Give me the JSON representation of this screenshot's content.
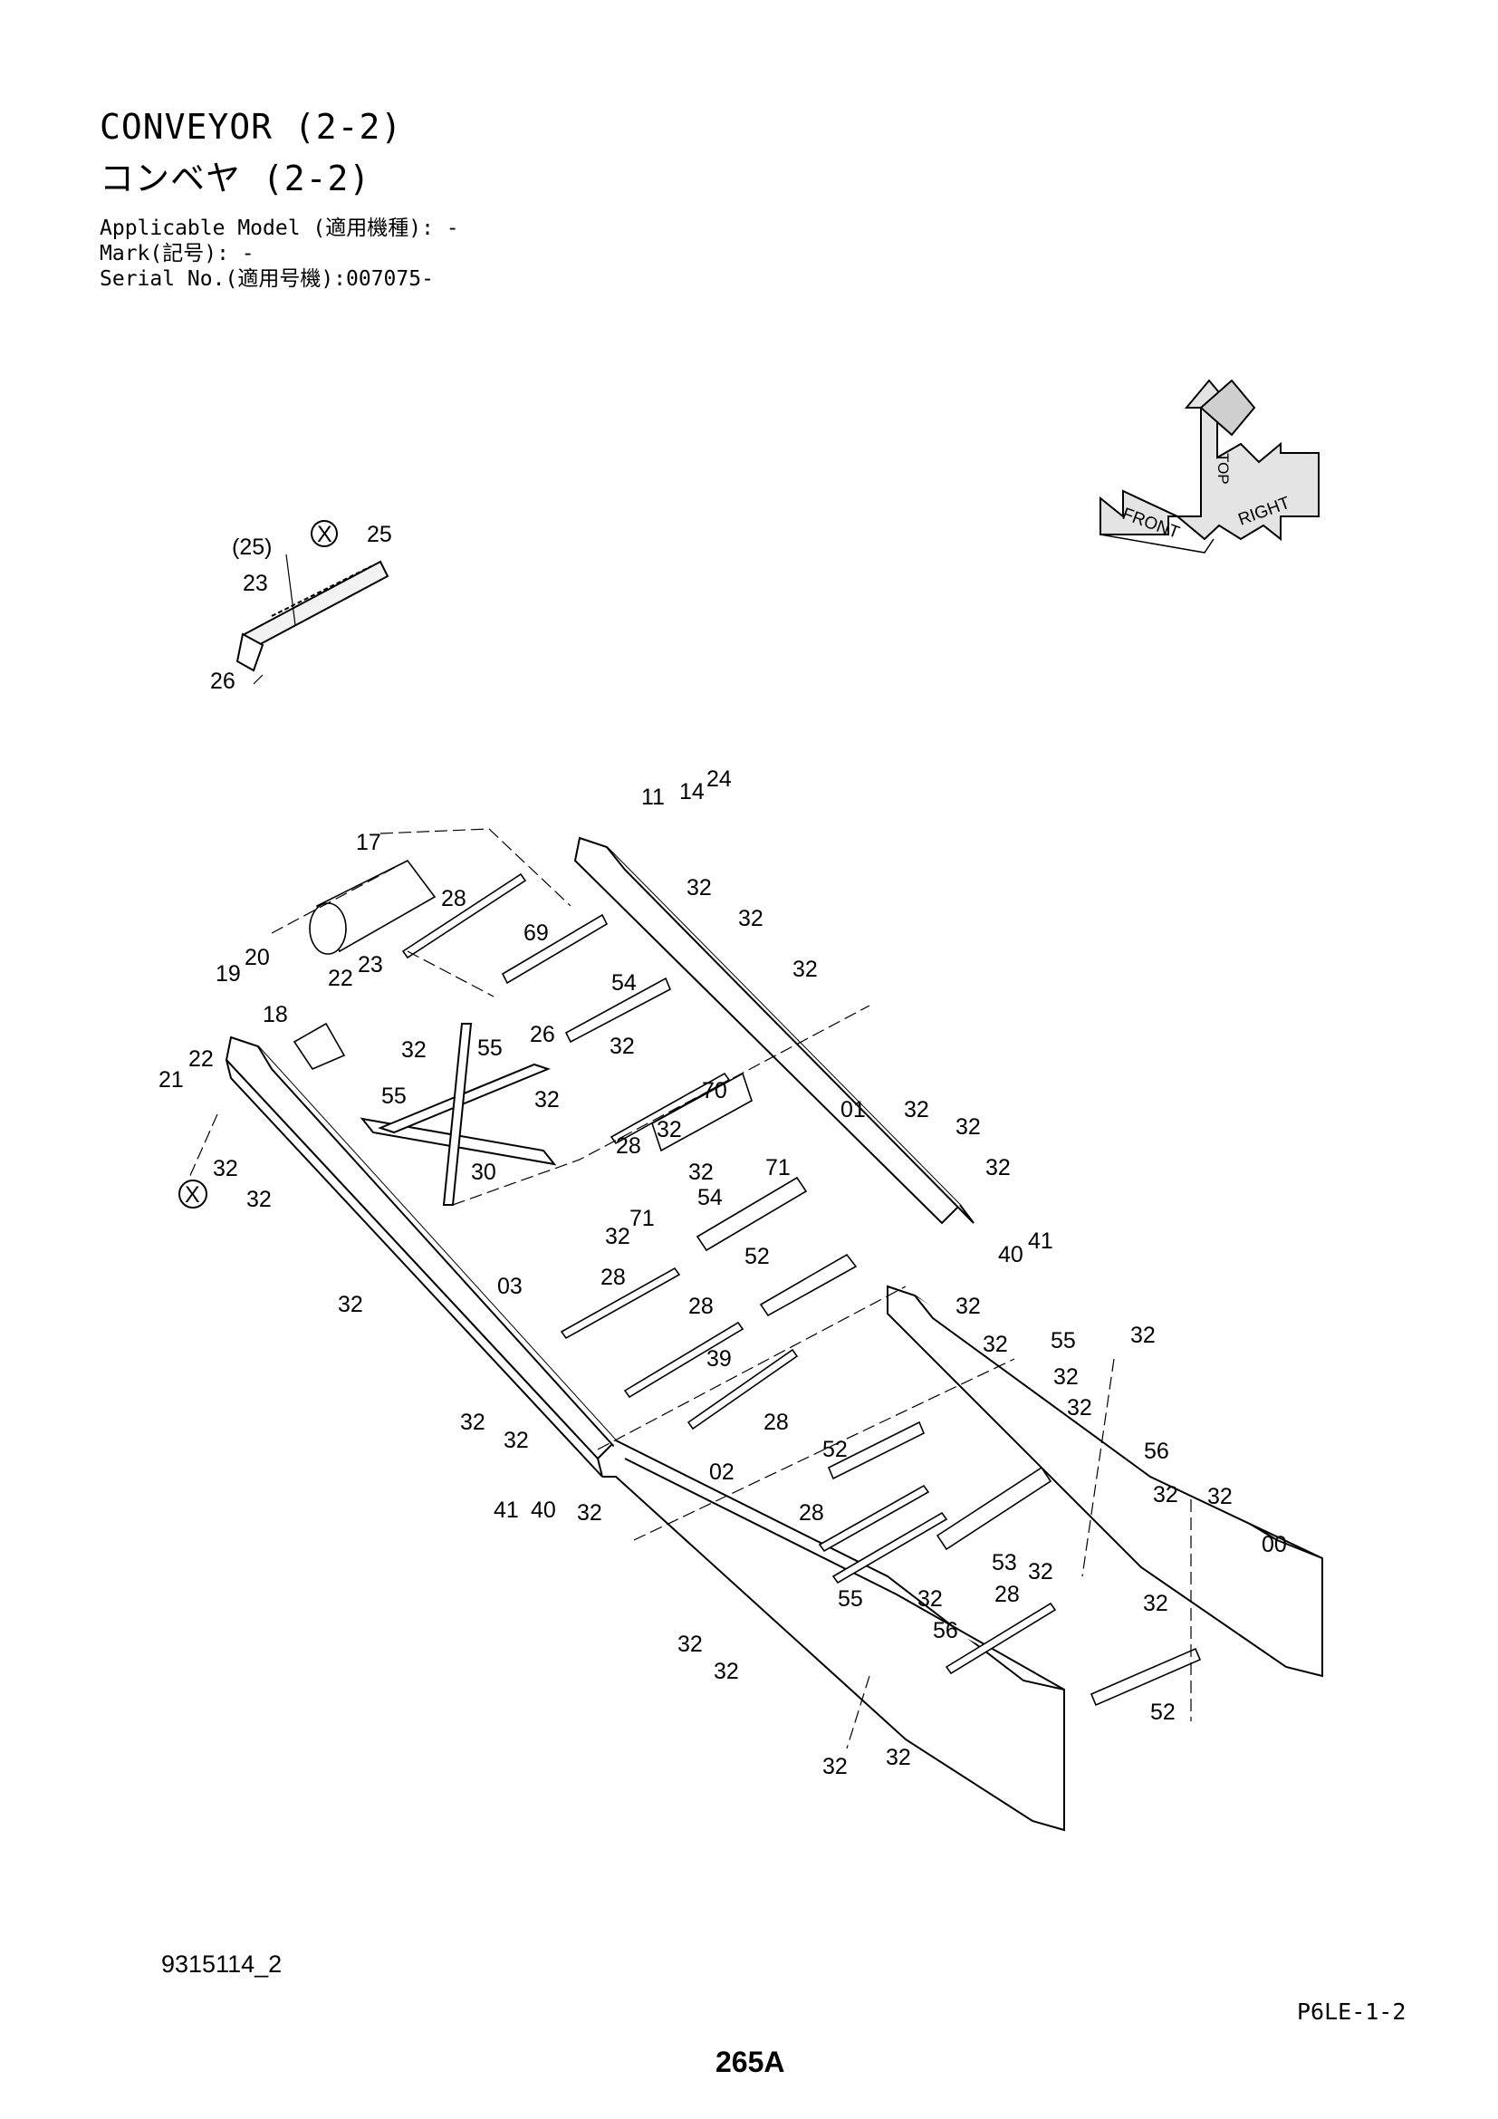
{
  "header": {
    "title_en": "CONVEYOR (2-2)",
    "title_ja": "コンベヤ (2-2)",
    "applicable_model": "Applicable Model (適用機種): -",
    "mark": "Mark(記号): -",
    "serial": "Serial No.(適用号機):007075-"
  },
  "direction_indicator": {
    "top": "TOP",
    "front": "FRONT",
    "right": "RIGHT"
  },
  "footer": {
    "drawing_code": "9315114_2",
    "version": "P6LE-1-2",
    "page": "265A"
  },
  "detail_marker": "X",
  "callouts": [
    {
      "id": "c-25p",
      "text": "(25)"
    },
    {
      "id": "c-25",
      "text": "25"
    },
    {
      "id": "c-23a",
      "text": "23"
    },
    {
      "id": "c-26a",
      "text": "26"
    },
    {
      "id": "c-11",
      "text": "11"
    },
    {
      "id": "c-14",
      "text": "14"
    },
    {
      "id": "c-24",
      "text": "24"
    },
    {
      "id": "c-17",
      "text": "17"
    },
    {
      "id": "c-28a",
      "text": "28"
    },
    {
      "id": "c-69",
      "text": "69"
    },
    {
      "id": "c-20",
      "text": "20"
    },
    {
      "id": "c-19",
      "text": "19"
    },
    {
      "id": "c-22a",
      "text": "22"
    },
    {
      "id": "c-23b",
      "text": "23"
    },
    {
      "id": "c-54a",
      "text": "54"
    },
    {
      "id": "c-18",
      "text": "18"
    },
    {
      "id": "c-26b",
      "text": "26"
    },
    {
      "id": "c-32a",
      "text": "32"
    },
    {
      "id": "c-32b",
      "text": "32"
    },
    {
      "id": "c-32c",
      "text": "32"
    },
    {
      "id": "c-32d",
      "text": "32"
    },
    {
      "id": "c-55a",
      "text": "55"
    },
    {
      "id": "c-32e",
      "text": "32"
    },
    {
      "id": "c-55b",
      "text": "55"
    },
    {
      "id": "c-22b",
      "text": "22"
    },
    {
      "id": "c-21",
      "text": "21"
    },
    {
      "id": "c-32f",
      "text": "32"
    },
    {
      "id": "c-70",
      "text": "70"
    },
    {
      "id": "c-01",
      "text": "01"
    },
    {
      "id": "c-32g",
      "text": "32"
    },
    {
      "id": "c-32h",
      "text": "32"
    },
    {
      "id": "c-28b",
      "text": "28"
    },
    {
      "id": "c-32i",
      "text": "32"
    },
    {
      "id": "c-71a",
      "text": "71"
    },
    {
      "id": "c-32j",
      "text": "32"
    },
    {
      "id": "c-30",
      "text": "30"
    },
    {
      "id": "c-32k",
      "text": "32"
    },
    {
      "id": "c-32l",
      "text": "32"
    },
    {
      "id": "c-54b",
      "text": "54"
    },
    {
      "id": "c-71b",
      "text": "71"
    },
    {
      "id": "c-32m",
      "text": "32"
    },
    {
      "id": "c-32n",
      "text": "32"
    },
    {
      "id": "c-41a",
      "text": "41"
    },
    {
      "id": "c-40a",
      "text": "40"
    },
    {
      "id": "c-52a",
      "text": "52"
    },
    {
      "id": "c-28c",
      "text": "28"
    },
    {
      "id": "c-03",
      "text": "03"
    },
    {
      "id": "c-32o",
      "text": "32"
    },
    {
      "id": "c-32p",
      "text": "32"
    },
    {
      "id": "c-28d",
      "text": "28"
    },
    {
      "id": "c-32q",
      "text": "32"
    },
    {
      "id": "c-55c",
      "text": "55"
    },
    {
      "id": "c-32r",
      "text": "32"
    },
    {
      "id": "c-39",
      "text": "39"
    },
    {
      "id": "c-32s",
      "text": "32"
    },
    {
      "id": "c-32t",
      "text": "32"
    },
    {
      "id": "c-28e",
      "text": "28"
    },
    {
      "id": "c-32u",
      "text": "32"
    },
    {
      "id": "c-32v",
      "text": "32"
    },
    {
      "id": "c-56a",
      "text": "56"
    },
    {
      "id": "c-52b",
      "text": "52"
    },
    {
      "id": "c-02",
      "text": "02"
    },
    {
      "id": "c-32w",
      "text": "32"
    },
    {
      "id": "c-32x",
      "text": "32"
    },
    {
      "id": "c-41b",
      "text": "41"
    },
    {
      "id": "c-40b",
      "text": "40"
    },
    {
      "id": "c-32y",
      "text": "32"
    },
    {
      "id": "c-28f",
      "text": "28"
    },
    {
      "id": "c-00",
      "text": "00"
    },
    {
      "id": "c-53",
      "text": "53"
    },
    {
      "id": "c-32z",
      "text": "32"
    },
    {
      "id": "c-55d",
      "text": "55"
    },
    {
      "id": "c-32aa",
      "text": "32"
    },
    {
      "id": "c-32ab",
      "text": "32"
    },
    {
      "id": "c-28g",
      "text": "28"
    },
    {
      "id": "c-56b",
      "text": "56"
    },
    {
      "id": "c-32ac",
      "text": "32"
    },
    {
      "id": "c-32ad",
      "text": "32"
    },
    {
      "id": "c-52c",
      "text": "52"
    },
    {
      "id": "c-32ae",
      "text": "32"
    },
    {
      "id": "c-32af",
      "text": "32"
    }
  ]
}
